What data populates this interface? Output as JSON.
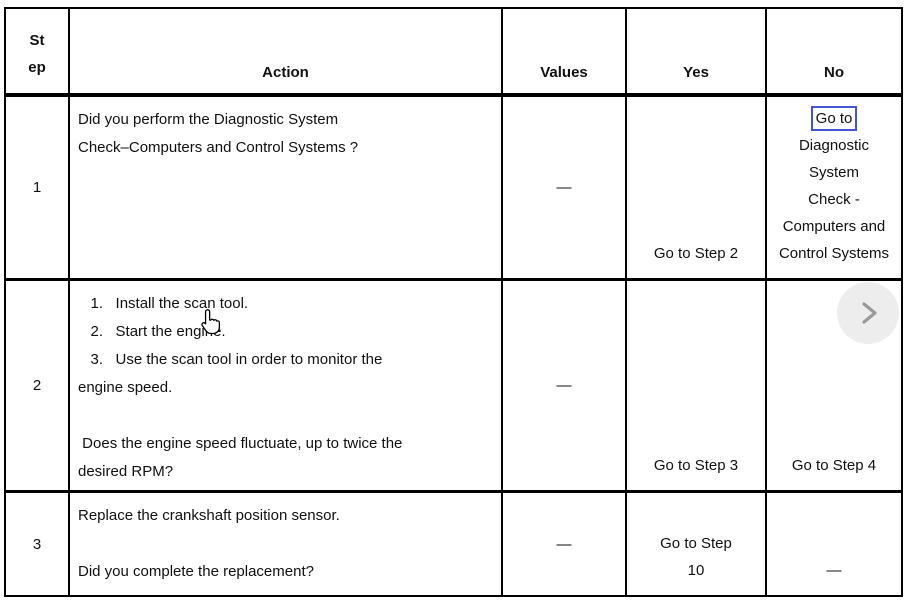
{
  "table": {
    "headers": {
      "step_lines": [
        "St",
        "ep"
      ],
      "action": "Action",
      "values": "Values",
      "yes": "Yes",
      "no": "No"
    },
    "rows": [
      {
        "step": "1",
        "action_lines": [
          "Did you perform the Diagnostic System",
          "Check–Computers and Control Systems ?"
        ],
        "values": "—",
        "yes_lines": [
          "Go to Step 2"
        ],
        "no_boxed": "Go to",
        "no_lines": [
          "Diagnostic",
          "System",
          "Check -",
          "Computers and",
          "Control Systems"
        ]
      },
      {
        "step": "2",
        "action_lines": [
          "   1.   Install the scan tool.",
          "   2.   Start the engine.",
          "   3.   Use the scan tool in order to monitor the",
          "engine speed.",
          "",
          " Does the engine speed fluctuate, up to twice the",
          "desired RPM?"
        ],
        "values": "—",
        "yes_lines": [
          "Go to Step 3"
        ],
        "no_lines": [
          "Go to Step 4"
        ]
      },
      {
        "step": "3",
        "action_lines": [
          "Replace the crankshaft position sensor.",
          "",
          "Did you complete the replacement?"
        ],
        "values": "—",
        "yes_lines": [
          "Go to Step",
          "10"
        ],
        "no_lines": [
          "—"
        ]
      }
    ]
  },
  "overlay": {
    "next_button_icon": "chevron-right-icon",
    "cursor_icon": "hand-pointer-cursor",
    "focus_outline_color": "#4355d4",
    "next_button_bg": "#ededed",
    "next_button_chevron_color": "#9a9a9a"
  }
}
